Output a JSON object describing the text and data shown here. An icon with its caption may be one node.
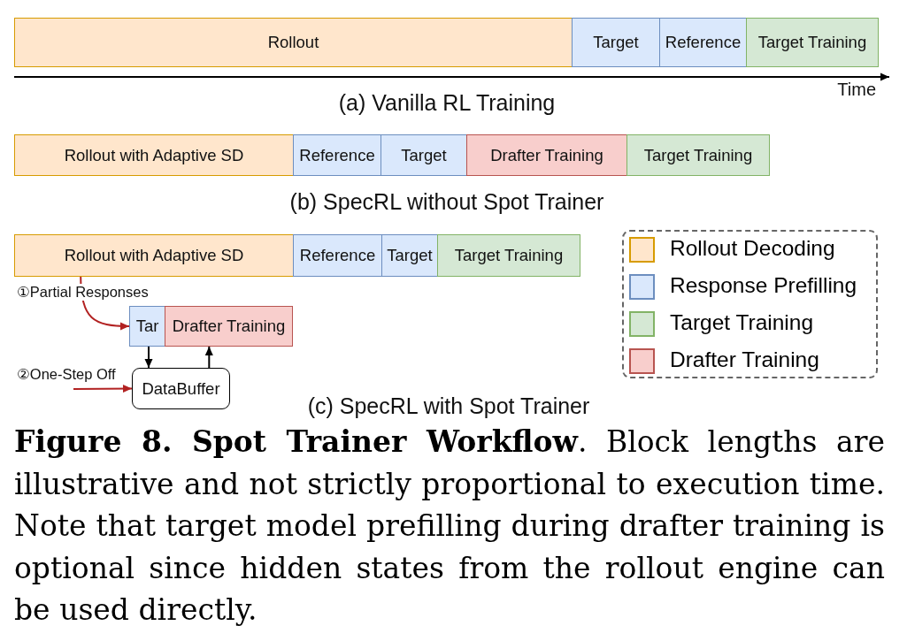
{
  "diagram": {
    "caption": "**Figure 8. Spot Trainer Workflow**. Block lengths are illustrative and not strictly proportional to execution time. Note that target model prefilling during drafter training is optional since hidden states from the rollout engine can be used directly.",
    "nodes": [
      {
        "text": [
          "Rollout"
        ]
      },
      {
        "text": [
          "Target"
        ]
      },
      {
        "text": [
          "Reference"
        ]
      },
      {
        "text": [
          "Target Training"
        ]
      },
      {
        "text": [
          "Rollout with Adaptive SD"
        ]
      },
      {
        "text": [
          "Reference"
        ]
      },
      {
        "text": [
          "Target"
        ]
      },
      {
        "text": [
          "Drafter Training"
        ]
      },
      {
        "text": [
          "Target Training"
        ]
      },
      {
        "text": [
          "Rollout with Adaptive SD"
        ]
      },
      {
        "text": [
          "Reference"
        ]
      },
      {
        "text": [
          "Target"
        ]
      },
      {
        "text": [
          "Target Training"
        ]
      },
      {
        "text": [
          "Tar"
        ]
      },
      {
        "text": [
          "Drafter Training"
        ]
      },
      {
        "text": [
          "DataBuffer"
        ]
      }
    ],
    "edges": [
      {
        "from": 9,
        "to": 13,
        "arrow": "to",
        "label": "①Partial Responses",
        "color": "#b22222"
      },
      {
        "from": 13,
        "to": 15,
        "arrow": "to",
        "color": "#000000"
      },
      {
        "from": 15,
        "to": 14,
        "arrow": "to",
        "color": "#000000"
      },
      {
        "from": null,
        "to": 15,
        "arrow": "to",
        "label": "②One-Step Off",
        "color": "#b22222"
      }
    ],
    "labels": [
      "Time",
      "(a) Vanilla RL Training",
      "(b) SpecRL without Spot Trainer",
      "(c) SpecRL with Spot Trainer"
    ],
    "legend": [
      {
        "text": "Rollout Decoding",
        "color": "#ffe6cc"
      },
      {
        "text": "Response Prefilling",
        "color": "#dae8fc"
      },
      {
        "text": "Target Training",
        "color": "#d5e8d4"
      },
      {
        "text": "Drafter Training",
        "color": "#f8cecc"
      }
    ]
  }
}
